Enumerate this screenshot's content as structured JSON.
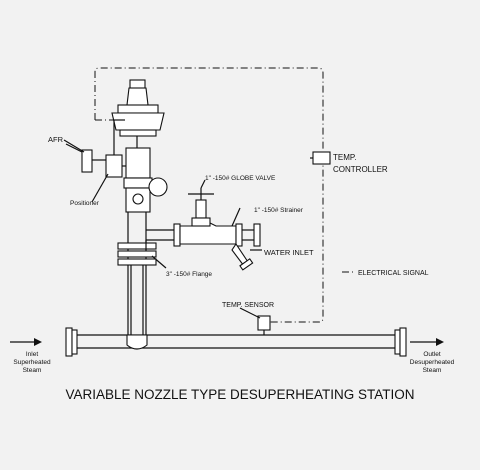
{
  "title": "VARIABLE NOZZLE TYPE DESUPERHEATING STATION",
  "labels": {
    "afr": "AFR",
    "positioner": "Positioner",
    "globe_valve": "1\" -150# GLOBE VALVE",
    "temp_controller_1": "TEMP.",
    "temp_controller_2": "CONTROLLER",
    "strainer": "1\" -150# Strainer",
    "water_inlet": "WATER INLET",
    "electrical_signal": "ELECTRICAL SIGNAL",
    "flange": "3\" -150# Flange",
    "temp_sensor": "TEMP. SENSOR",
    "inlet_1": "Inlet",
    "inlet_2": "Superheated",
    "inlet_3": "Steam",
    "outlet_1": "Outlet",
    "outlet_2": "Desuperheated",
    "outlet_3": "Steam"
  }
}
